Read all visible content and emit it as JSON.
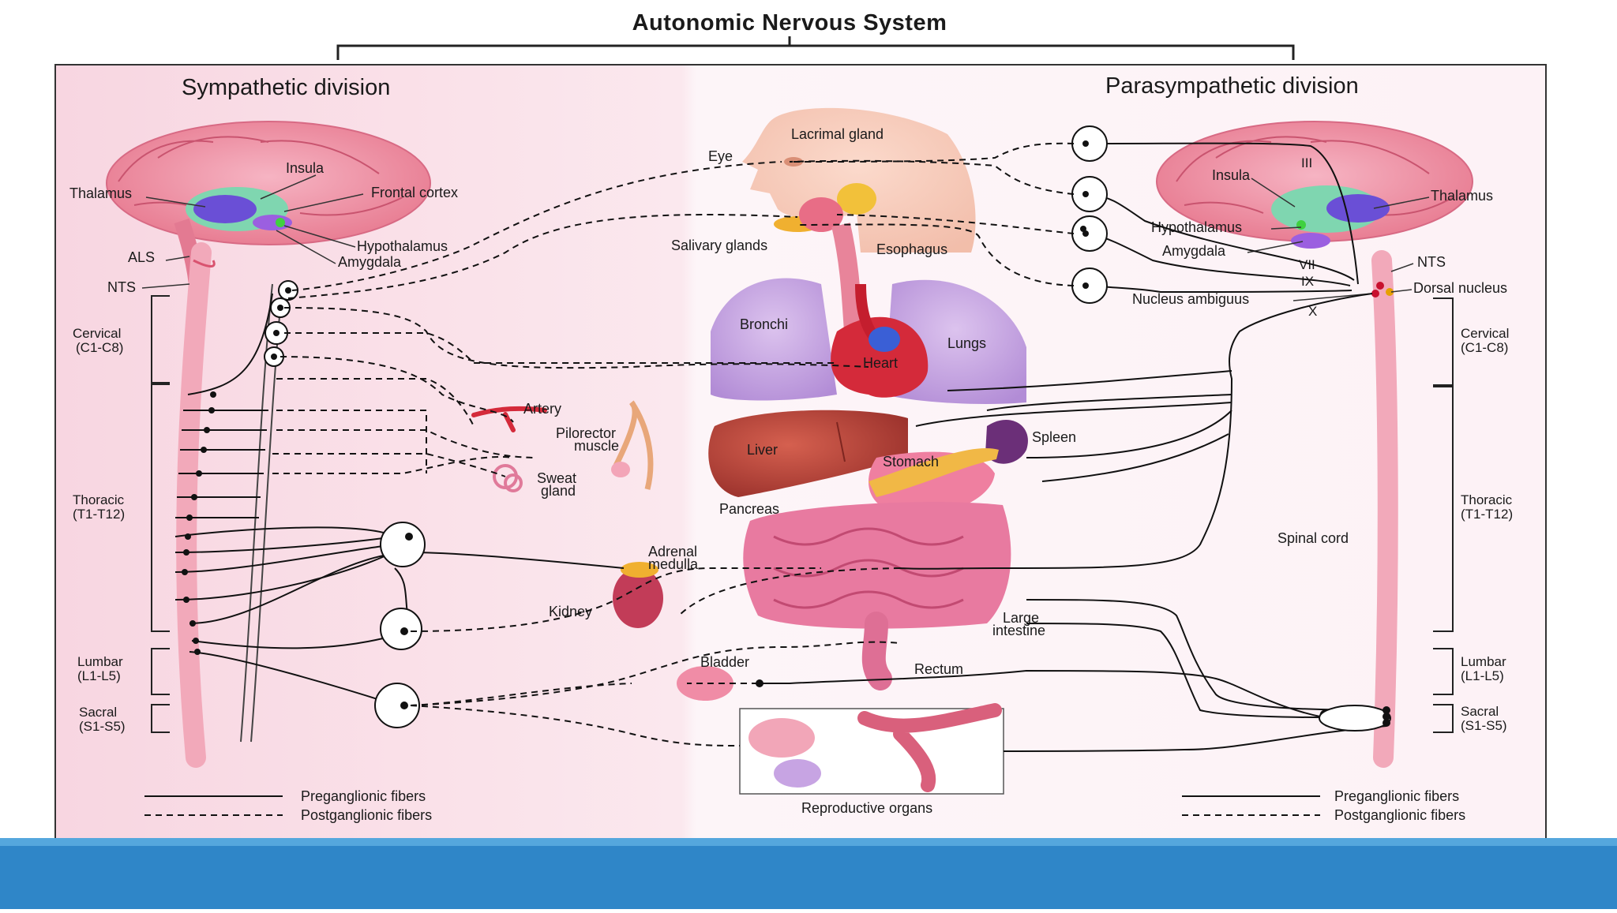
{
  "title": "Autonomic Nervous System",
  "sympathetic": {
    "title": "Sympathetic division",
    "brain_labels": {
      "insula": "Insula",
      "thalamus": "Thalamus",
      "frontal_cortex": "Frontal cortex",
      "als": "ALS",
      "hypothalamus": "Hypothalamus",
      "amygdala": "Amygdala",
      "nts": "NTS"
    },
    "segments": {
      "cervical": [
        "Cervical",
        "(C1-C8)"
      ],
      "thoracic": [
        "Thoracic",
        "(T1-T12)"
      ],
      "lumbar": [
        "Lumbar",
        "(L1-L5)"
      ],
      "sacral": [
        "Sacral",
        "(S1-S5)"
      ]
    },
    "legend": {
      "pre": "Preganglionic fibers",
      "post": "Postganglionic fibers"
    }
  },
  "parasympathetic": {
    "title": "Parasympathetic division",
    "brain_labels": {
      "insula": "Insula",
      "thalamus": "Thalamus",
      "hypothalamus": "Hypothalamus",
      "amygdala": "Amygdala",
      "nts": "NTS",
      "dorsal_nucleus": "Dorsal nucleus",
      "nucleus_ambiguus": "Nucleus ambiguus",
      "cn3": "III",
      "cn7": "VII",
      "cn9": "IX",
      "cn10": "X"
    },
    "segments": {
      "cervical": [
        "Cervical",
        "(C1-C8)"
      ],
      "thoracic": [
        "Thoracic",
        "(T1-T12)"
      ],
      "lumbar": [
        "Lumbar",
        "(L1-L5)"
      ],
      "sacral": [
        "Sacral",
        "(S1-S5)"
      ]
    },
    "spinal_cord": "Spinal cord",
    "legend": {
      "pre": "Preganglionic fibers",
      "post": "Postganglionic fibers"
    }
  },
  "organs": {
    "lacrimal_gland": "Lacrimal gland",
    "eye": "Eye",
    "salivary_glands": "Salivary glands",
    "esophagus": "Esophagus",
    "bronchi": "Bronchi",
    "lungs": "Lungs",
    "heart": "Heart",
    "artery": "Artery",
    "pilorector_muscle": [
      "Pilorector",
      "muscle"
    ],
    "sweat_gland": [
      "Sweat",
      "gland"
    ],
    "liver": "Liver",
    "spleen": "Spleen",
    "stomach": "Stomach",
    "pancreas": "Pancreas",
    "adrenal_medulla": [
      "Adrenal",
      "medulla"
    ],
    "kidney": "Kidney",
    "large_intestine": [
      "Large",
      "intestine"
    ],
    "rectum": "Rectum",
    "bladder": "Bladder",
    "reproductive_organs": "Reproductive organs"
  },
  "colors": {
    "sympathetic_bg": "#f9dde6",
    "center_bg": "#fdf4f7",
    "brain": "#ef8fa6",
    "lung": "#c9a6e0",
    "liver": "#b8433a",
    "intestine": "#e87aa0",
    "bottom_bar": "#2f86c8"
  }
}
